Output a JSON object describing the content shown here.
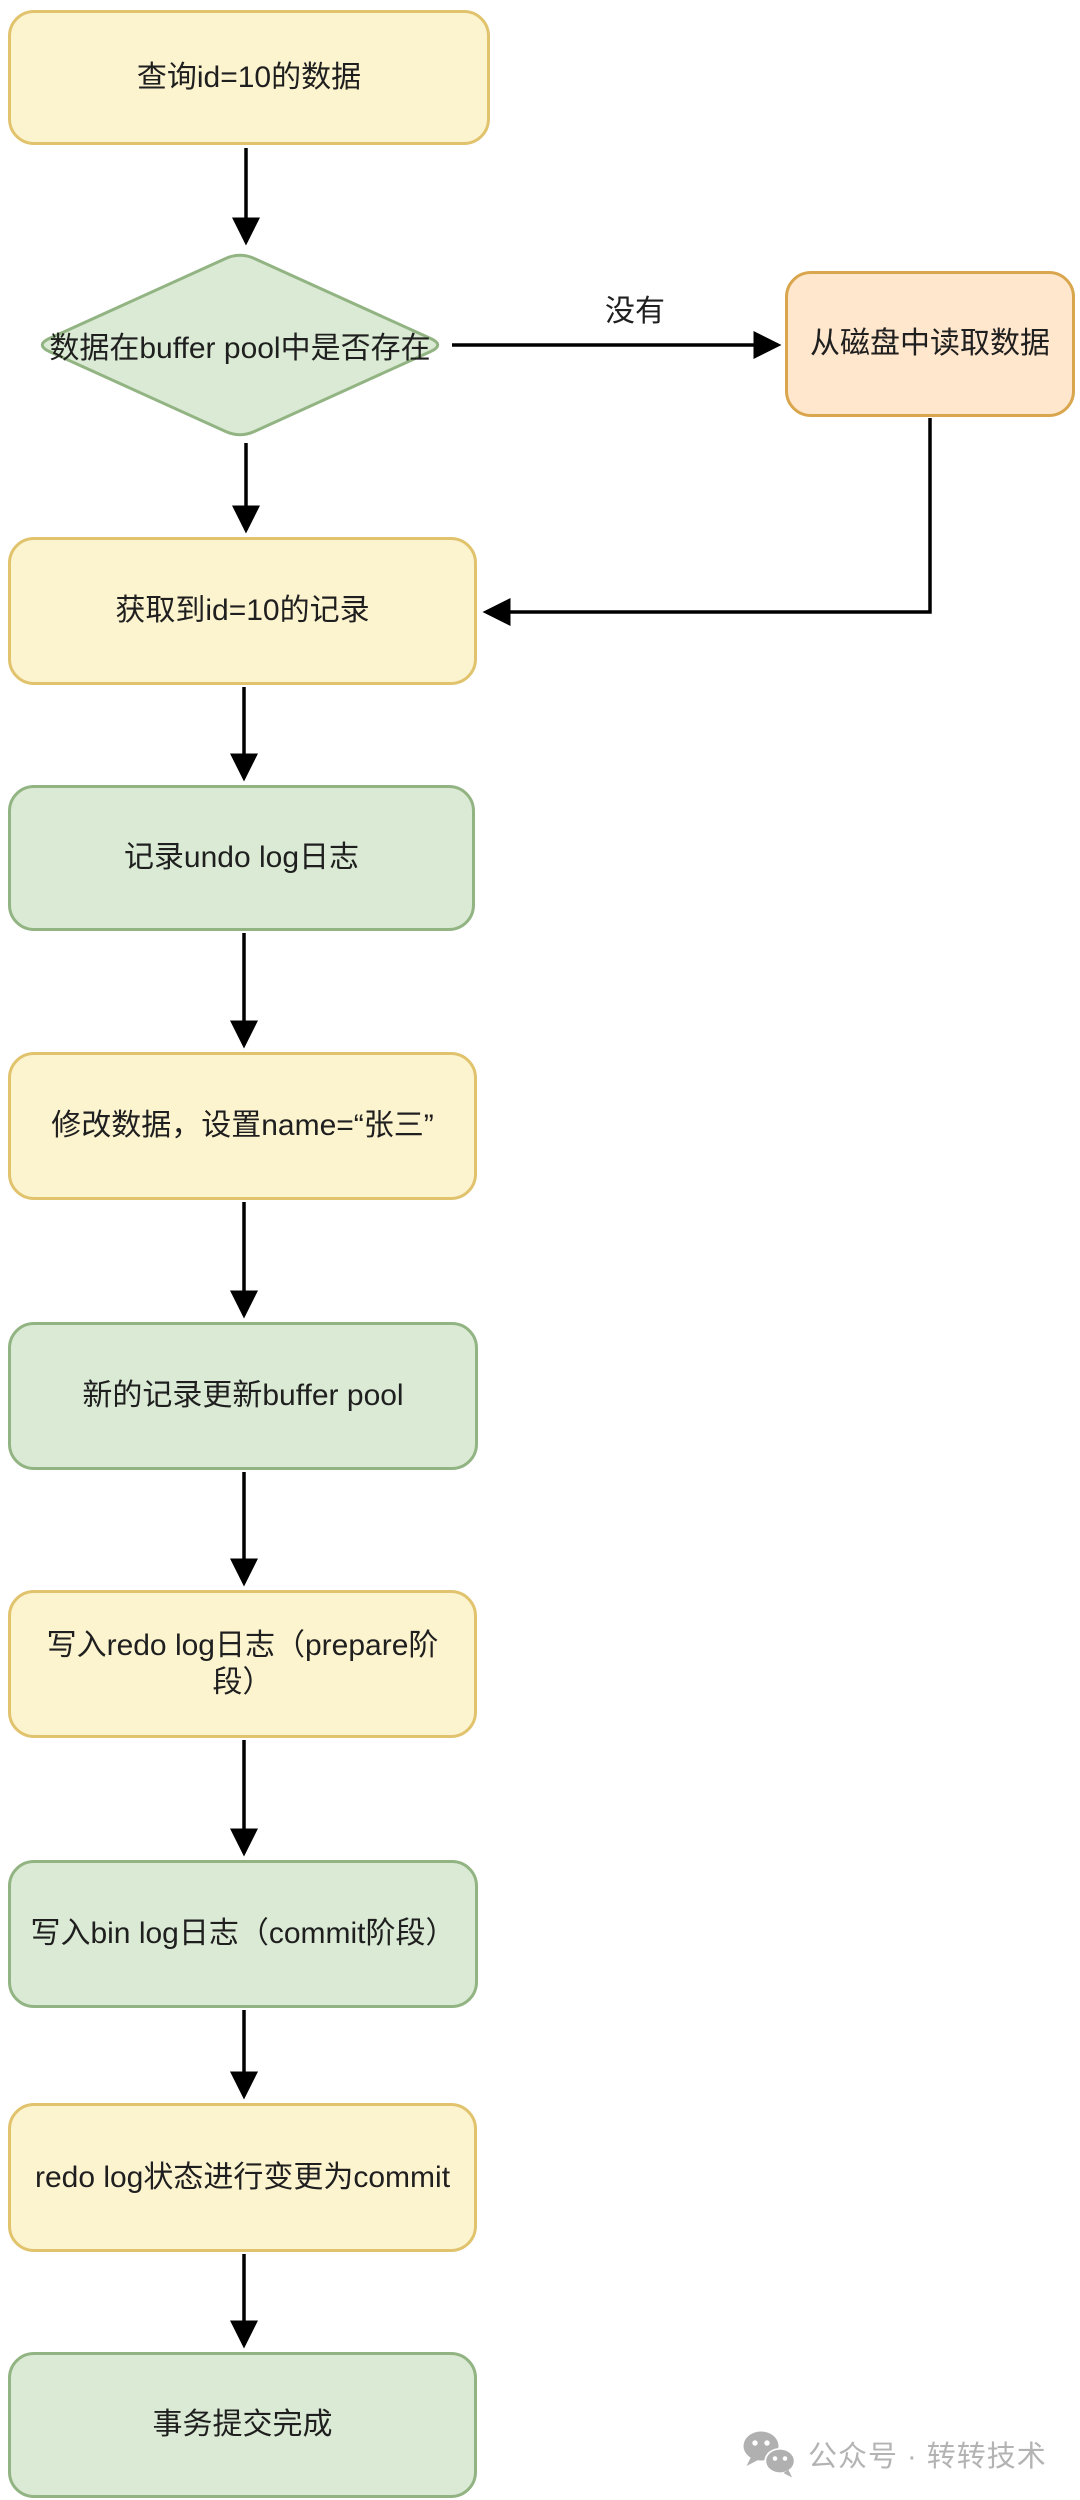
{
  "page": {
    "background": "#FFFFFF"
  },
  "colors": {
    "process_fill": "#FCF3CF",
    "process_border": "#E0C36C",
    "success_fill": "#DAEAD4",
    "success_border": "#92B483",
    "disk_fill": "#FFE7CD",
    "disk_border": "#D9A64D",
    "arrow": "#000000",
    "text": "#1F1F1F",
    "watermark_text": "#B3B3B3"
  },
  "nodes": {
    "query": {
      "label": "查询id=10的数据"
    },
    "decision": {
      "label": "数据在buffer pool中是否存在"
    },
    "read_disk": {
      "label": "从磁盘中读取数据"
    },
    "get_record": {
      "label": "获取到id=10的记录"
    },
    "undo_log": {
      "label": "记录undo log日志"
    },
    "modify": {
      "label": "修改数据，设置name=“张三”"
    },
    "update_buffer": {
      "label": "新的记录更新buffer pool"
    },
    "redo_prepare": {
      "label": "写入redo log日志（prepare阶段）"
    },
    "bin_log": {
      "label": "写入bin log日志（commit阶段）"
    },
    "redo_commit": {
      "label": "redo log状态进行变更为commit"
    },
    "done": {
      "label": "事务提交完成"
    }
  },
  "edges": {
    "no_label": "没有"
  },
  "watermark": {
    "icon": "wechat-icon",
    "text": "公众号 · 转转技术"
  }
}
